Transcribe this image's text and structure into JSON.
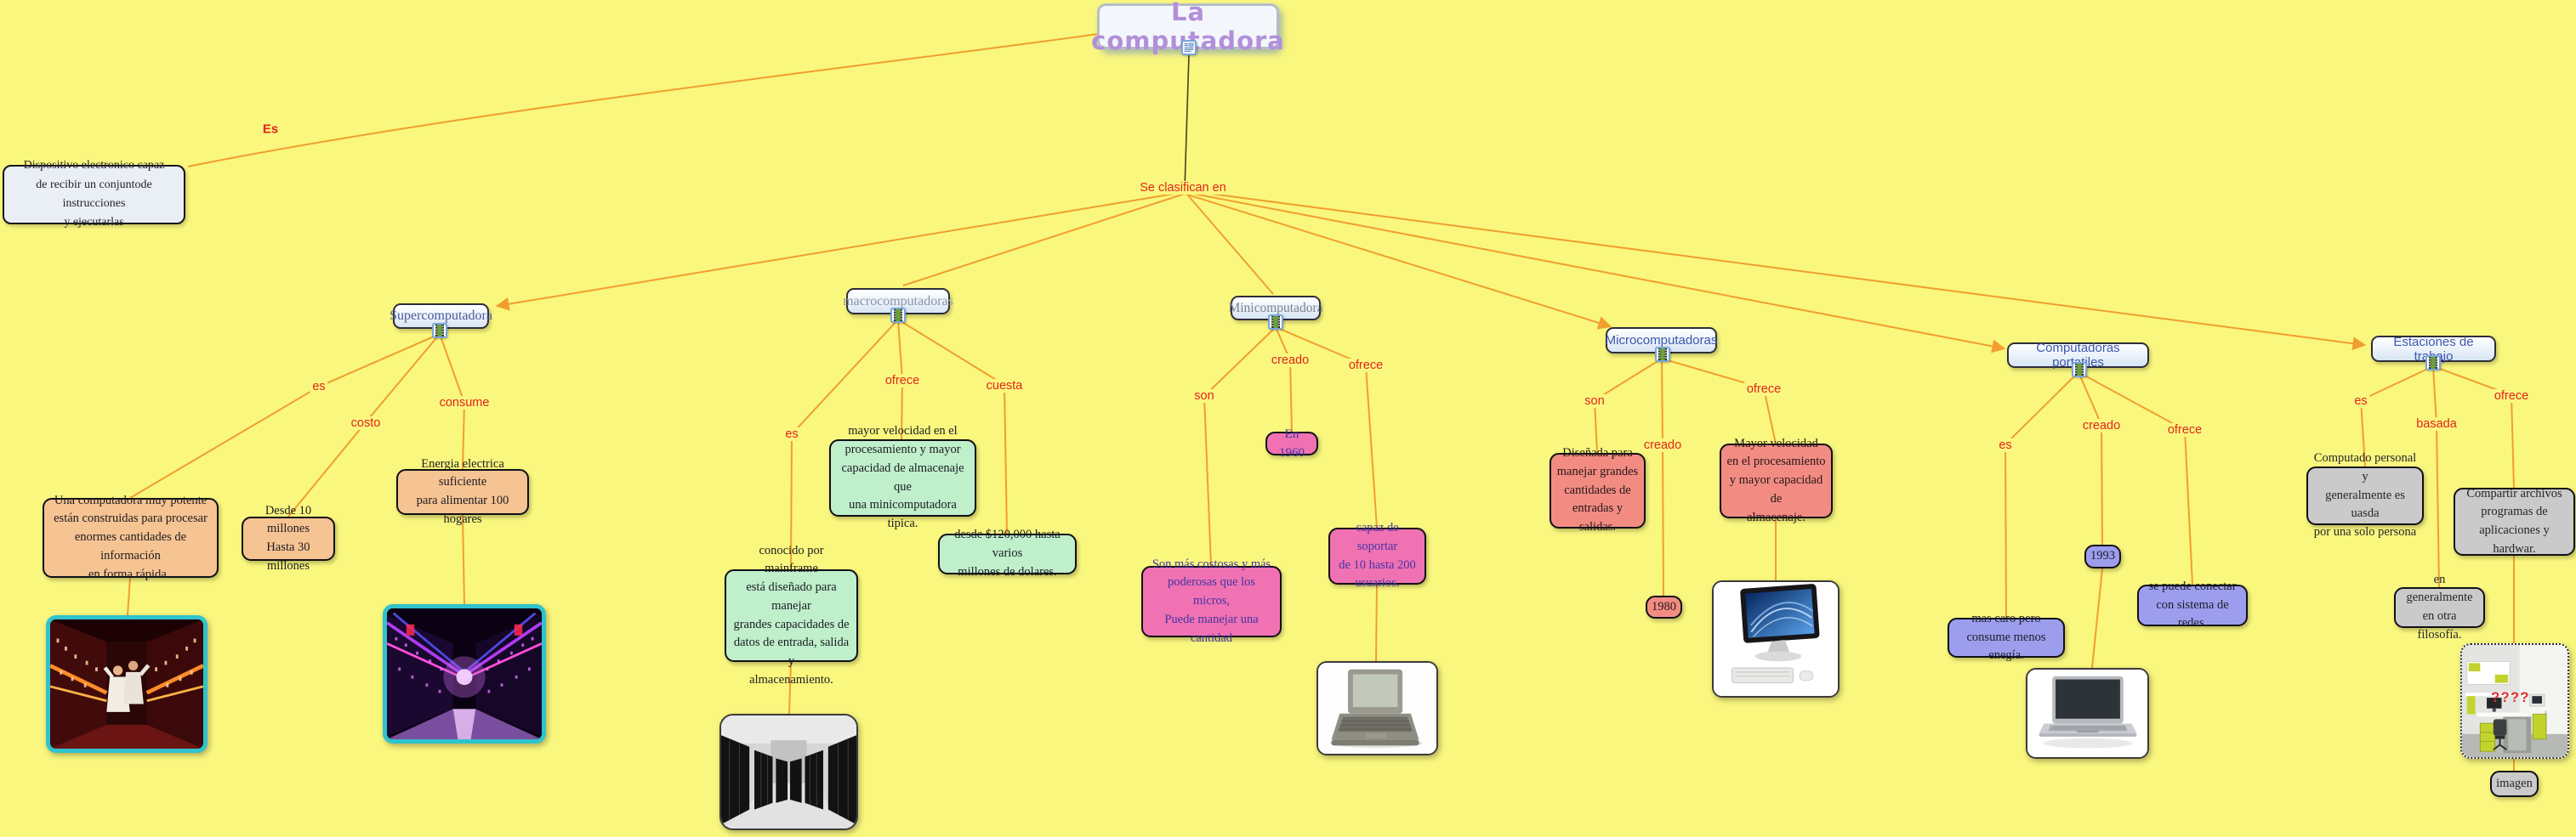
{
  "root": {
    "title": "La computadora"
  },
  "links": {
    "es": "Es",
    "clasifican": "Se clasifican en"
  },
  "definition": "Dispositivo electronico capaz\nde recibir un conjuntode instrucciones\ny ejecutarlas",
  "branches": [
    {
      "label": "Supercomputadora",
      "links": [
        "es",
        "costo",
        "consume"
      ],
      "leaves": [
        "Una computadora muy potente\nestán construidas para procesar\nenormes cantidades de información\nen forma rápida .",
        "Desde 10 millones\nHasta 30 millones",
        "Energia electrica suficiente\npara alimentar 100 hogares"
      ]
    },
    {
      "label": "macrocomputadoras",
      "links": [
        "es",
        "ofrece",
        "cuesta"
      ],
      "leaves": [
        "conocido por mainframe\nestá diseñado para manejar\ngrandes capacidades de\ndatos de entrada, salida y\nalmacenamiento.",
        "mayor velocidad en el\nprocesamiento y mayor\ncapacidad de almacenaje que\nuna minicomputadora tipica.",
        "desde $120,000 hasta varios\nmillones de dolares."
      ]
    },
    {
      "label": "Minicomputadora",
      "links": [
        "son",
        "creado",
        "ofrece"
      ],
      "leaves": [
        "Son más costosas y más\npoderosas que los micros,\nPuede manejar una cantidad",
        "En 1960",
        "capaz de soportar\nde 10 hasta 200\nusuarios."
      ]
    },
    {
      "label": "Microcomputadoras",
      "links": [
        "son",
        "creado",
        "ofrece"
      ],
      "leaves": [
        "Diseñada para\nmanejar grandes\ncantidades de\nentradas y salidas.",
        "1980",
        "Mayor velocidad\nen el procesamiento\ny mayor capacidad de\nalmacenaje."
      ]
    },
    {
      "label": "Computadoras portatiles",
      "links": [
        "es",
        "creado",
        "ofrece"
      ],
      "leaves": [
        "mas caro pero\nconsume menos enegía.",
        "1993",
        "se puede conectar\ncon sistema de redes."
      ]
    },
    {
      "label": "Estaciones de trabajo",
      "links": [
        "es",
        "basada",
        "ofrece"
      ],
      "leaves": [
        "Computado personal y\ngeneralmente es uasda\npor una solo persona",
        "en generalmente\nen  otra filosofía.",
        "Compartir archivos\nprogramas de\naplicaciones y hardwar.",
        "imagen"
      ]
    }
  ],
  "images": {
    "office_watermark": "????"
  },
  "icons": {
    "root_resource": "image-document-icon",
    "branch_resource": "film-strip-icon"
  },
  "colors": {
    "background": "#FAF77E",
    "line": "#F09F2E",
    "link_text": "#E2251B",
    "title_text": "#B38FD9",
    "leaf_peach": "#F6C392",
    "leaf_green": "#BFEFCB",
    "leaf_pink": "#F072B2",
    "leaf_salmon": "#F28C83",
    "leaf_periwinkle": "#9D9DEE",
    "leaf_gray": "#CACACA",
    "image_frame_cyan": "#2FC3CE"
  }
}
